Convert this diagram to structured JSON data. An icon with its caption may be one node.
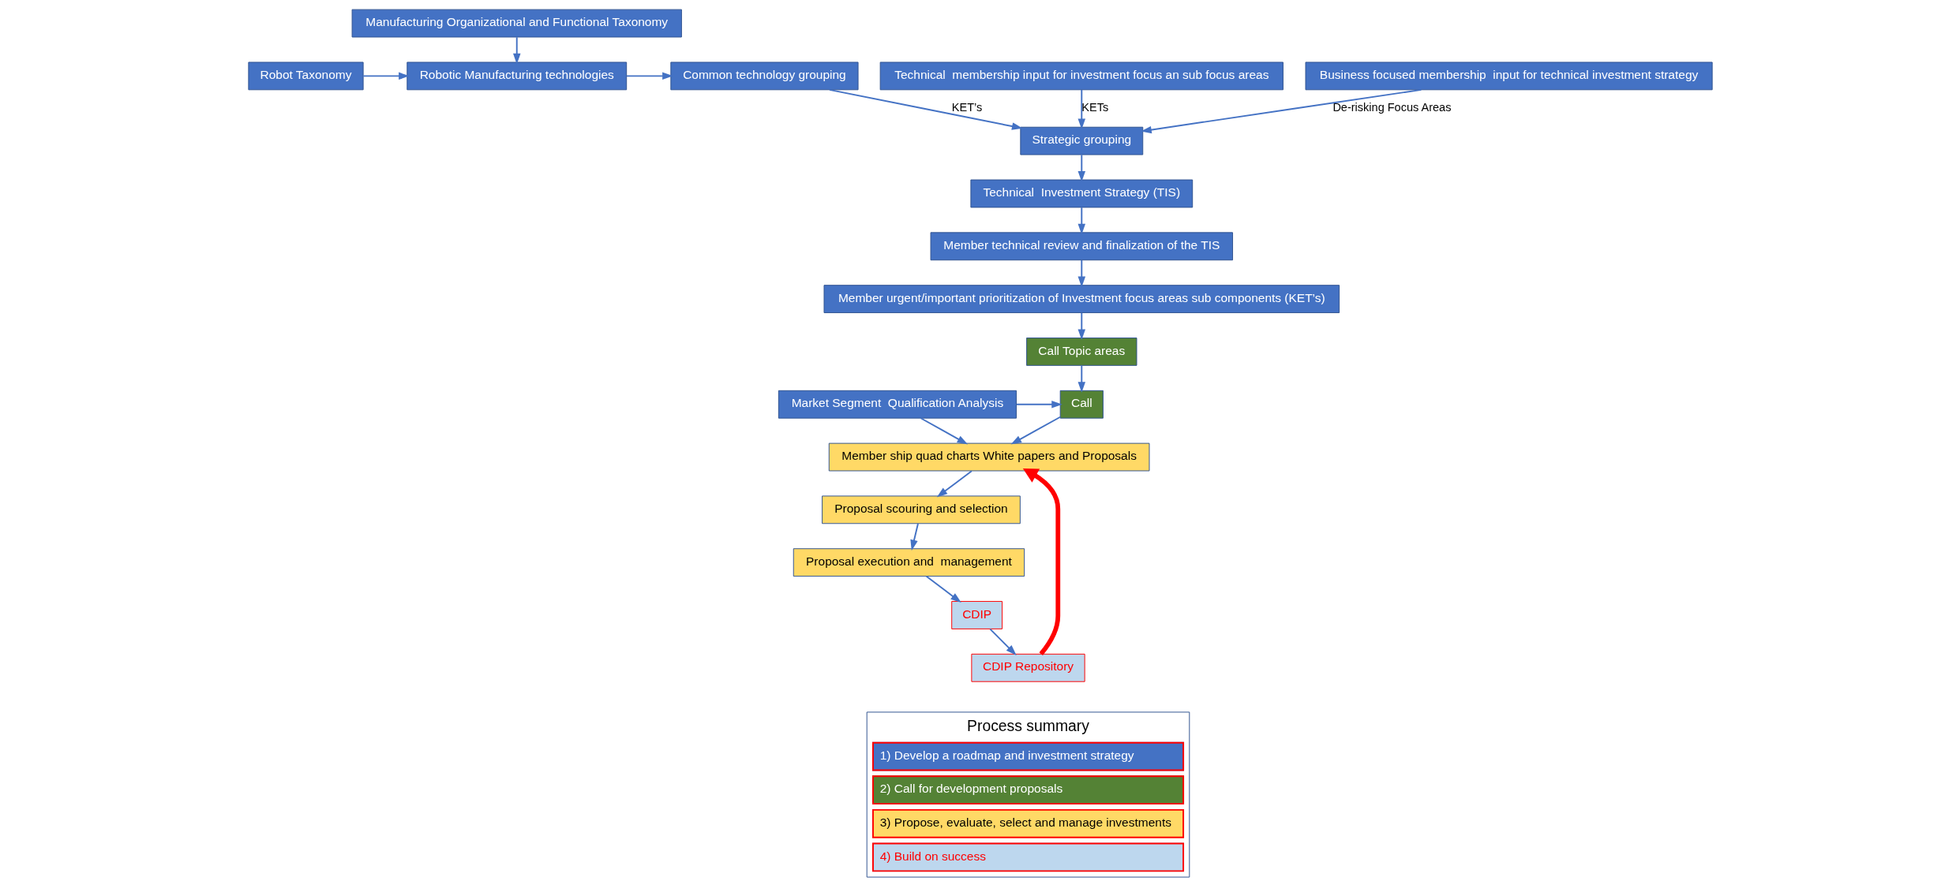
{
  "diagram": {
    "nodes": [
      {
        "text": [
          "Robot Taxonomy"
        ]
      },
      {
        "text": [
          "Manufacturing Organizational and Functional Taxonomy"
        ]
      },
      {
        "text": [
          "Robotic Manufacturing technologies"
        ]
      },
      {
        "text": [
          "Common technology grouping"
        ]
      },
      {
        "text": [
          "Strategic grouping"
        ]
      },
      {
        "text": [
          "Technical  membership input for investment focus an sub focus areas"
        ]
      },
      {
        "text": [
          "Business focused membership  input for technical investment strategy"
        ]
      },
      {
        "text": [
          "Technical  Investment Strategy (TIS)"
        ]
      },
      {
        "text": [
          "Member technical review and finalization of the TIS"
        ]
      },
      {
        "text": [
          "Member urgent/important prioritization of Investment focus areas sub components (KET’s)"
        ]
      },
      {
        "text": [
          "Call Topic areas"
        ]
      },
      {
        "text": [
          "Market Segment  Qualification Analysis"
        ]
      },
      {
        "text": [
          "Call"
        ]
      },
      {
        "text": [
          "Member ship quad charts White papers and Proposals"
        ]
      },
      {
        "text": [
          "Proposal scouring and selection"
        ]
      },
      {
        "text": [
          "Proposal execution and  management"
        ]
      },
      {
        "text": [
          "CDIP"
        ]
      },
      {
        "text": [
          "CDIP Repository"
        ]
      }
    ],
    "edges": [
      {
        "from": 0,
        "to": 2,
        "arrow": "to"
      },
      {
        "from": 1,
        "to": 2,
        "arrow": "to"
      },
      {
        "from": 2,
        "to": 3,
        "arrow": "to"
      },
      {
        "from": 3,
        "to": 4,
        "arrow": "to",
        "label": "KET’s"
      },
      {
        "from": 5,
        "to": 4,
        "arrow": "to",
        "label": "KETs"
      },
      {
        "from": 6,
        "to": 4,
        "arrow": "to",
        "label": "De-risking Focus Areas"
      },
      {
        "from": 4,
        "to": 7,
        "arrow": "to"
      },
      {
        "from": 7,
        "to": 8,
        "arrow": "to"
      },
      {
        "from": 8,
        "to": 9,
        "arrow": "to"
      },
      {
        "from": 9,
        "to": 10,
        "arrow": "to"
      },
      {
        "from": 10,
        "to": 12,
        "arrow": "to"
      },
      {
        "from": 11,
        "to": 12,
        "arrow": "to"
      },
      {
        "from": 11,
        "to": 13,
        "arrow": "to"
      },
      {
        "from": 12,
        "to": 13,
        "arrow": "to"
      },
      {
        "from": 13,
        "to": 14,
        "arrow": "to"
      },
      {
        "from": 14,
        "to": 15,
        "arrow": "to"
      },
      {
        "from": 15,
        "to": 16,
        "arrow": "to"
      },
      {
        "from": 16,
        "to": 17,
        "arrow": "to"
      },
      {
        "from": 17,
        "to": 13,
        "arrow": "to",
        "style": "thick",
        "color": "#ff0000"
      }
    ],
    "labels": [
      "Process summary"
    ],
    "legend": [
      {
        "text": "1) Develop a roadmap and investment strategy",
        "color": "#4472c4"
      },
      {
        "text": "2) Call for development proposals",
        "color": "#548235"
      },
      {
        "text": "3) Propose, evaluate, select and manage investments",
        "color": "#ffd966"
      },
      {
        "text": "4) Build on success",
        "color": "#bdd7ee"
      }
    ]
  }
}
